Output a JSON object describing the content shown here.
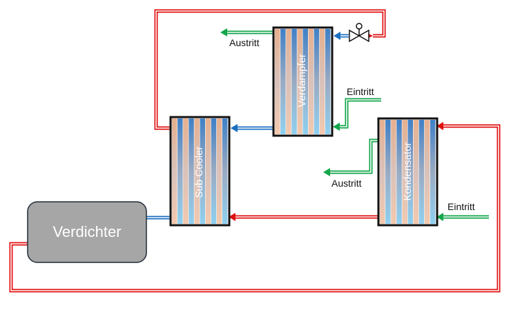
{
  "labels": {
    "compressor": "Verdichter",
    "subcooler": "Sub Cooler",
    "evaporator": "Verdampfer",
    "condenser": "Kondensator",
    "evap_outlet": "Austritt",
    "evap_inlet": "Eintritt",
    "cond_outlet": "Austritt",
    "cond_inlet": "Eintritt"
  },
  "colors": {
    "refrigerant_hot": "#e01010",
    "refrigerant_cold": "#1a6fc0",
    "water": "#12a64a",
    "compressor_fill": "#a6a6a6",
    "frame": "#111111"
  },
  "icons": {
    "expansion_valve": "expansion-valve-icon"
  }
}
